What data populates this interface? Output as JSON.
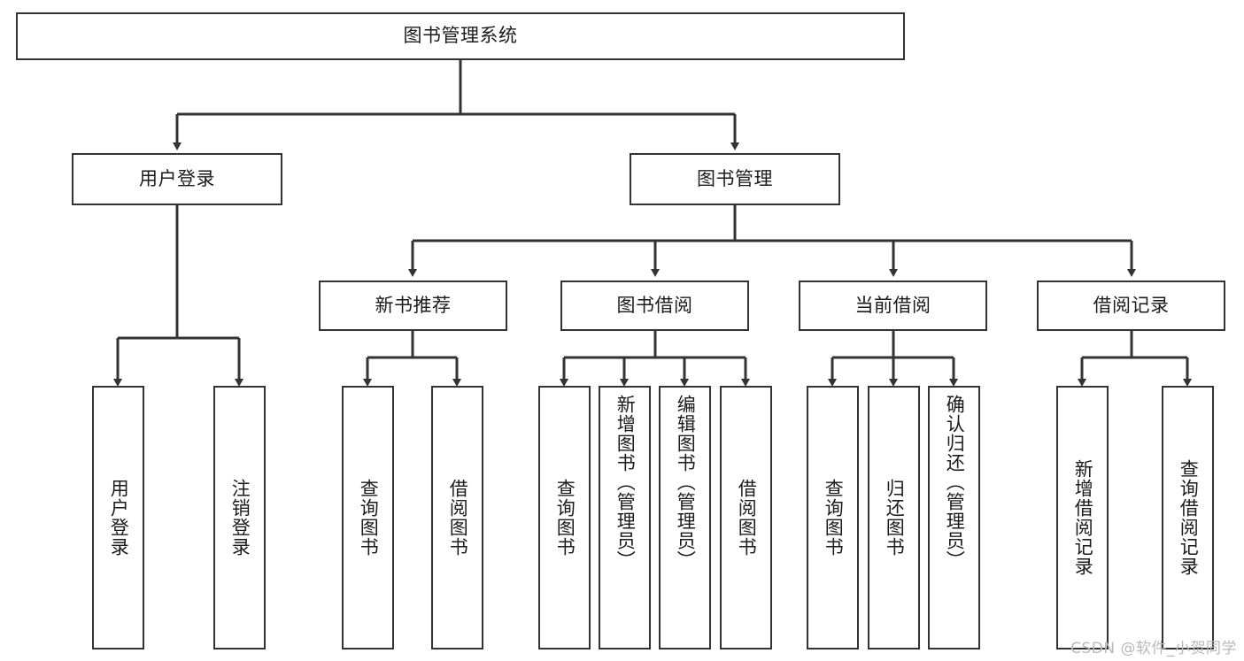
{
  "diagram": {
    "title": "图书管理系统",
    "type": "tree-hierarchy",
    "watermark": "CSDN @软件_小贺同学",
    "colors": {
      "box_border": "#333333",
      "box_fill": "#ffffff",
      "connector": "#333333",
      "text": "#1b1b1b",
      "watermark": "#b9b9b9"
    },
    "root": {
      "label": "图书管理系统"
    },
    "level2": [
      {
        "label": "用户登录"
      },
      {
        "label": "图书管理"
      }
    ],
    "level3": [
      {
        "label": "新书推荐"
      },
      {
        "label": "图书借阅"
      },
      {
        "label": "当前借阅"
      },
      {
        "label": "借阅记录"
      }
    ],
    "leaves": {
      "user_login": [
        {
          "label": "用户登录"
        },
        {
          "label": "注销登录"
        }
      ],
      "new_book": [
        {
          "label": "查询图书"
        },
        {
          "label": "借阅图书"
        }
      ],
      "book_borrow": [
        {
          "label": "查询图书"
        },
        {
          "label": "新增图书（管理员）"
        },
        {
          "label": "编辑图书（管理员）"
        },
        {
          "label": "借阅图书"
        }
      ],
      "current_borrow": [
        {
          "label": "查询图书"
        },
        {
          "label": "归还图书"
        },
        {
          "label": "确认归还（管理员）"
        }
      ],
      "borrow_record": [
        {
          "label": "新增借阅记录"
        },
        {
          "label": "查询借阅记录"
        }
      ]
    }
  }
}
